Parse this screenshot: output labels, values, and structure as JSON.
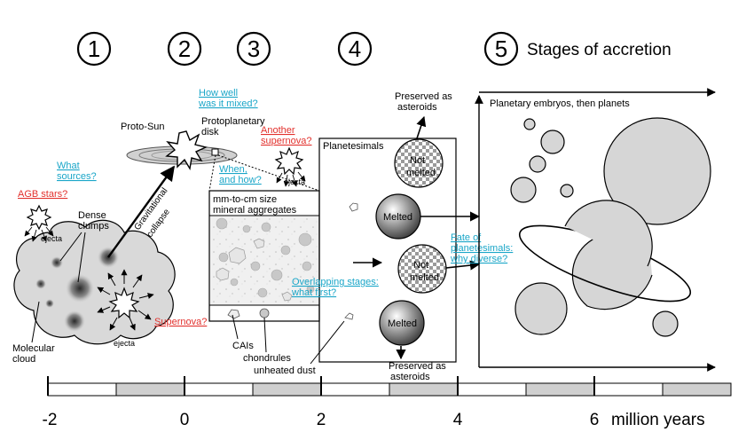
{
  "stages": {
    "s1": "1",
    "s2": "2",
    "s3": "3",
    "s4": "4",
    "s5": "5",
    "title": "Stages of accretion"
  },
  "colors": {
    "question_cyan": "#1aa6c8",
    "question_red": "#e2312d",
    "body_gray": "#d6d6d6",
    "bar_gray": "#cfcfcf"
  },
  "labels": {
    "agb_stars": "AGB stars?",
    "what_sources_1": "What",
    "what_sources_2": "sources?",
    "dense_clumps_1": "Dense",
    "dense_clumps_2": "clumps",
    "ejecta_agb": "ejecta",
    "ejecta_sn": "ejecta",
    "ejecta_sn2": "ejecta",
    "molecular_cloud_1": "Molecular",
    "molecular_cloud_2": "cloud",
    "supernova": "Supernova?",
    "gravitational_1": "Gravitational",
    "gravitational_2": "collapse",
    "proto_sun": "Proto-Sun",
    "how_well_1": "How well",
    "how_well_2": "was it mixed?",
    "protoplanetary_1": "Protoplanetary",
    "protoplanetary_2": "disk",
    "another_sn_1": "Another",
    "another_sn_2": "supernova?",
    "when_how_1": "When,",
    "when_how_2": "and how?",
    "mm_cm_1": "mm-to-cm size",
    "mm_cm_2": "mineral aggregates",
    "overlapping_1": "Overlapping stages:",
    "overlapping_2": "what first?",
    "cais": "CAIs",
    "chondrules": "chondrules",
    "unheated_dust": "unheated dust",
    "planetesimals": "Planetesimals",
    "preserved_top_1": "Preserved as",
    "preserved_top_2": "asteroids",
    "preserved_bot_1": "Preserved as",
    "preserved_bot_2": "asteroids",
    "not_melted_1": "Not",
    "not_melted_2": "melted",
    "melted": "Melted",
    "not_melted_b1": "Not",
    "not_melted_b2": "melted",
    "melted_b": "Melted",
    "fate_1": "Fate of",
    "fate_2": "planetesimals:",
    "fate_3": "why diverse?",
    "embryos": "Planetary embryos, then planets"
  },
  "timeline": {
    "ticks": [
      "-2",
      "0",
      "2",
      "4",
      "6"
    ],
    "unit": "million years"
  }
}
